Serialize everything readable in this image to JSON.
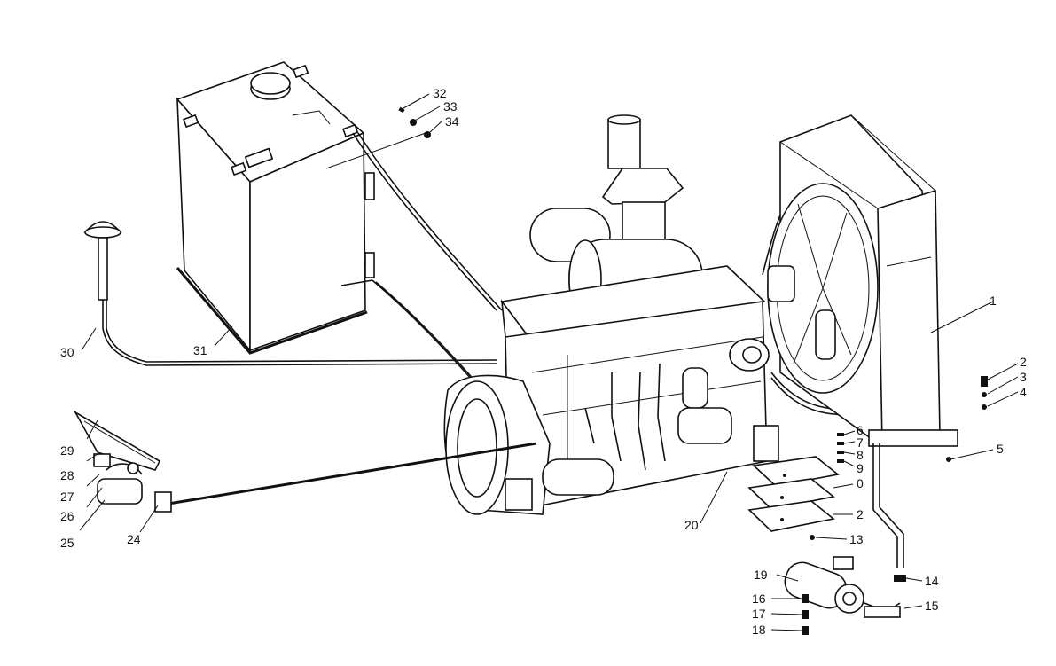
{
  "labels": {
    "l1": "1",
    "l2": "2",
    "l3": "3",
    "l4": "4",
    "l5": "5",
    "l6": "6",
    "l7": "7",
    "l8": "8",
    "l9": "9",
    "l10": "0",
    "l12": "2",
    "l13": "13",
    "l14": "14",
    "l15": "15",
    "l16": "16",
    "l17": "17",
    "l18": "18",
    "l19": "19",
    "l20": "20",
    "l24": "24",
    "l25": "25",
    "l26": "26",
    "l27": "27",
    "l28": "28",
    "l29": "29",
    "l30": "30",
    "l31": "31",
    "l32": "32",
    "l33": "33",
    "l34": "34"
  },
  "icons": {
    "tank": "fuel-tank-icon",
    "engine": "engine-icon",
    "radiator": "radiator-icon",
    "fan": "cooling-fan-icon",
    "pedal": "throttle-pedal-icon",
    "dipstick": "dipstick-icon"
  }
}
